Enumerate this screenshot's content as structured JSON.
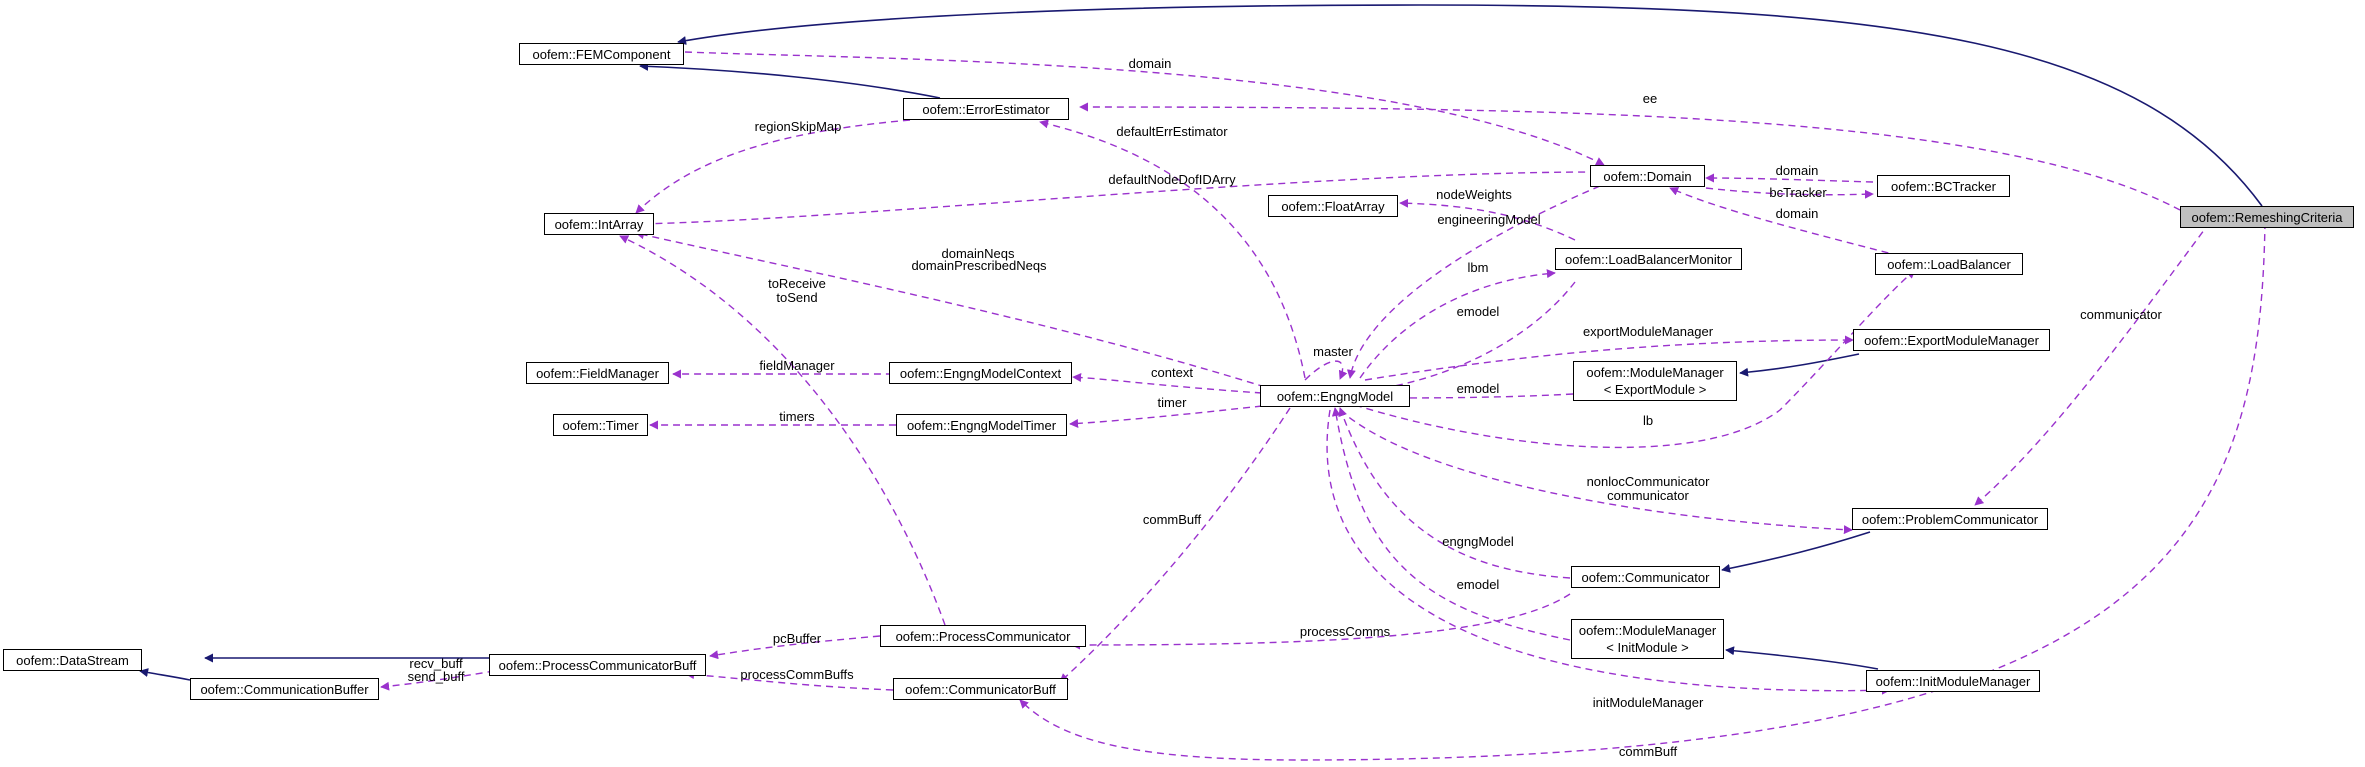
{
  "nodes": {
    "fem_component": [
      "oofem::FEMComponent"
    ],
    "error_estimator": [
      "oofem::ErrorEstimator"
    ],
    "int_array": [
      "oofem::IntArray"
    ],
    "domain": [
      "oofem::Domain"
    ],
    "float_array": [
      "oofem::FloatArray"
    ],
    "bc_tracker": [
      "oofem::BCTracker"
    ],
    "load_balancer": [
      "oofem::LoadBalancer"
    ],
    "load_balancer_monitor": [
      "oofem::LoadBalancerMonitor"
    ],
    "field_manager": [
      "oofem::FieldManager"
    ],
    "engng_model_context": [
      "oofem::EngngModelContext"
    ],
    "engng_model": [
      "oofem::EngngModel"
    ],
    "export_module_manager": [
      "oofem::ExportModuleManager"
    ],
    "module_manager_export": [
      "oofem::ModuleManager",
      "< ExportModule >"
    ],
    "timer": [
      "oofem::Timer"
    ],
    "engng_model_timer": [
      "oofem::EngngModelTimer"
    ],
    "problem_communicator": [
      "oofem::ProblemCommunicator"
    ],
    "communicator": [
      "oofem::Communicator"
    ],
    "module_manager_init": [
      "oofem::ModuleManager",
      "< InitModule >"
    ],
    "process_communicator": [
      "oofem::ProcessCommunicator"
    ],
    "data_stream": [
      "oofem::DataStream"
    ],
    "process_communicator_buff": [
      "oofem::ProcessCommunicatorBuff"
    ],
    "communication_buffer": [
      "oofem::CommunicationBuffer"
    ],
    "communicator_buff": [
      "oofem::CommunicatorBuff"
    ],
    "init_module_manager": [
      "oofem::InitModuleManager"
    ],
    "remeshing_criteria": [
      "oofem::RemeshingCriteria"
    ]
  },
  "edge_labels": {
    "domain": "domain",
    "ee": "ee",
    "region_skip_map": "regionSkipMap",
    "default_err_estimator": "defaultErrEstimator",
    "default_node_dof_id_array": "defaultNodeDofIDArry",
    "bc_domain": "domain",
    "bc_tracker": "bcTracker",
    "node_weights": "nodeWeights",
    "lb_domain": "domain",
    "engineering_model": "engineeringModel",
    "domain_neqs": "domainNeqs",
    "domain_prescribed_neqs": "domainPrescribedNeqs",
    "lbm": "lbm",
    "to_receive": "toReceive",
    "to_send": "toSend",
    "communicator_rc": "communicator",
    "master": "master",
    "emodel_lbm": "emodel",
    "export_module_manager": "exportModuleManager",
    "field_manager": "fieldManager",
    "context": "context",
    "emodel_mm": "emodel",
    "timers": "timers",
    "timer": "timer",
    "lb": "lb",
    "comm_buff_mid": "commBuff",
    "nonloc_communicator": "nonlocCommunicator",
    "communicator": "communicator",
    "engng_model": "engngModel",
    "emodel_init": "emodel",
    "pc_buffer": "pcBuffer",
    "process_comms": "processComms",
    "recv_buff": "recv_buff",
    "send_buff": "send_buff",
    "process_comm_buffs": "processCommBuffs",
    "init_module_manager": "initModuleManager",
    "comm_buff_bottom": "commBuff"
  }
}
